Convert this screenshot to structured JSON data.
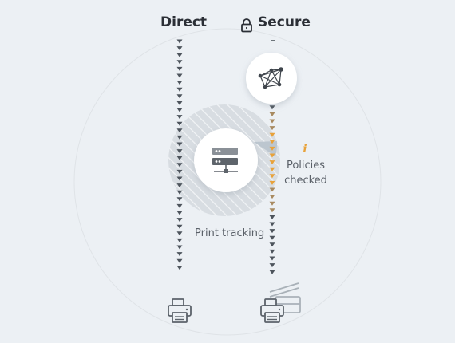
{
  "headings": {
    "direct": "Direct",
    "secure": "Secure"
  },
  "labels": {
    "print_tracking": "Print tracking",
    "policies_line1": "Policies",
    "policies_line2": "checked",
    "info_glyph": "i"
  },
  "colors": {
    "background": "#ecf0f4",
    "arrow_dark": "#4d545c",
    "arrow_orange": "#e8a23a",
    "arrow_brown": "#a88a60",
    "text_dark": "#2b2f36",
    "text_muted": "#5a6068",
    "card_white": "#ffffff",
    "hatch_gray": "#d6dbe0",
    "printer_gray": "#5c636b",
    "scanner_gray": "#a9b1b8"
  },
  "icons": {
    "secure_lock": "lock-icon",
    "network": "network-mesh-icon",
    "server": "print-server-icon",
    "printer_direct": "printer-icon",
    "printer_secure": "printer-icon",
    "scanner": "scanner-icon",
    "info": "info-icon"
  }
}
